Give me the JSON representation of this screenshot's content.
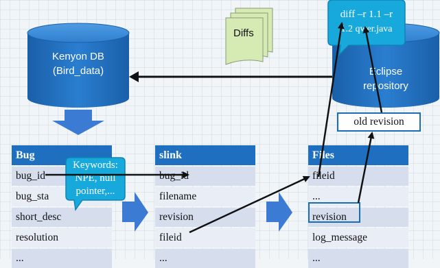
{
  "kenyon_db": {
    "line1": "Kenyon DB",
    "line2": "(Bird_data)"
  },
  "eclipse_repo": {
    "line1": "Eclipse",
    "line2": "repository"
  },
  "diffs": {
    "label": "Diffs"
  },
  "diff_callout": {
    "line1": "diff –r 1.1 –r",
    "line2": "1.2 qwer.java"
  },
  "keywords_callout": {
    "line1": "Keywords:",
    "line2": "NPE, null",
    "line3": "pointer,..."
  },
  "old_revision": {
    "label": "old revision"
  },
  "tables": {
    "bug": {
      "title": "Bug",
      "rows": [
        "bug_id",
        "bug_sta",
        "short_desc",
        "resolution",
        "..."
      ]
    },
    "slink": {
      "title": "slink",
      "rows": [
        "bug_id",
        "filename",
        "revision",
        "fileid",
        "..."
      ]
    },
    "files": {
      "title": "Files",
      "rows": [
        "fileid",
        "...",
        "revision",
        "log_message",
        "..."
      ]
    }
  },
  "colors": {
    "db_blue": "#1f6fc0",
    "header_blue": "#1f6fc0",
    "arrow_blue": "#3b7bd4",
    "callout_cyan": "#18a9dc",
    "row_dark": "#d6deee",
    "row_light": "#e9edf6",
    "diffs_paper": "#d6ebb4"
  }
}
